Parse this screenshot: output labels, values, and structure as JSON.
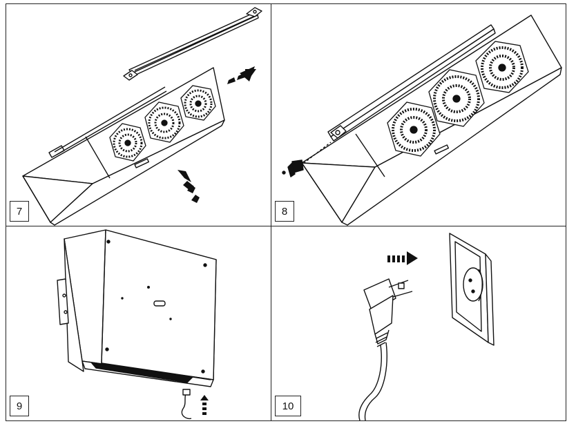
{
  "panels": [
    {
      "step": "7",
      "arrows": [
        "arrow-right-icon",
        "arrow-up-left-icon"
      ]
    },
    {
      "step": "8"
    },
    {
      "step": "9",
      "arrows": [
        "arrow-up-icon"
      ]
    },
    {
      "step": "10",
      "arrows": [
        "arrow-right-icon"
      ]
    }
  ],
  "colors": {
    "line": "#111111",
    "background": "#ffffff"
  }
}
